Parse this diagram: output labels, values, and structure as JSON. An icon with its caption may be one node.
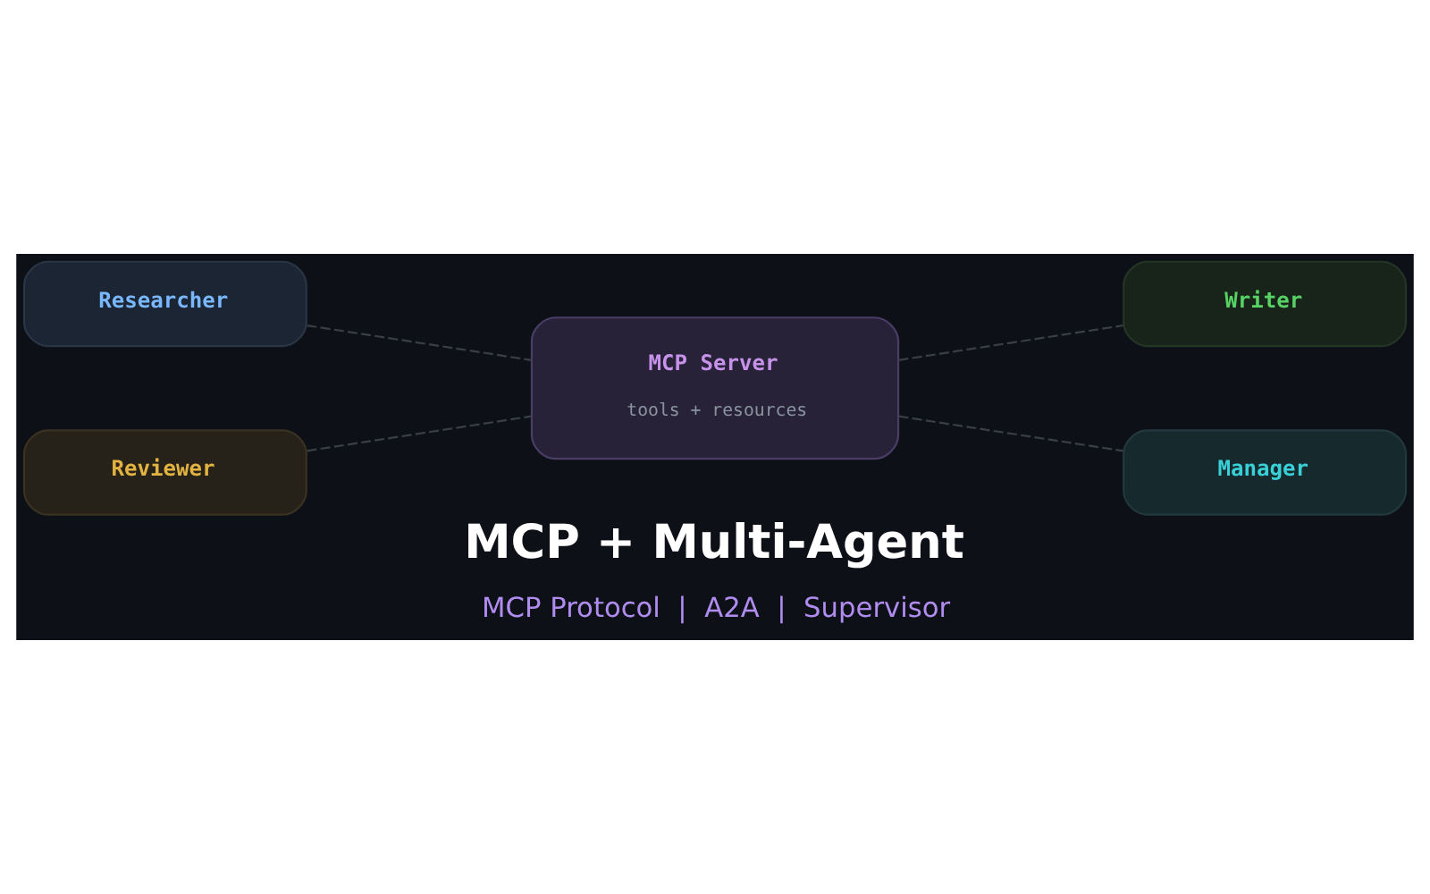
{
  "diagram": {
    "title": "MCP + Multi-Agent",
    "caption": "MCP Protocol  |  A2A  |  Supervisor",
    "nodes": [
      {
        "text": [
          "Researcher"
        ]
      },
      {
        "text": [
          "MCP Server",
          "tools + resources"
        ]
      },
      {
        "text": [
          "Writer"
        ]
      },
      {
        "text": [
          "Reviewer"
        ]
      },
      {
        "text": [
          "Manager"
        ]
      }
    ],
    "edges": [
      {
        "from": 0,
        "to": 1,
        "arrow": "none",
        "style": "dashed"
      },
      {
        "from": 1,
        "to": 2,
        "arrow": "none",
        "style": "dashed"
      },
      {
        "from": 3,
        "to": 1,
        "arrow": "none",
        "style": "dashed"
      },
      {
        "from": 1,
        "to": 4,
        "arrow": "none",
        "style": "dashed"
      }
    ]
  }
}
